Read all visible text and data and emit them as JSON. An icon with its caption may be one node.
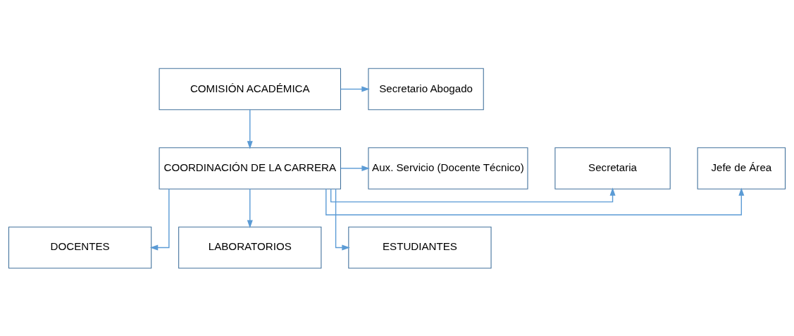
{
  "diagram": {
    "nodes": [
      {
        "text": [
          "COMISIÓN ACADÉMICA"
        ]
      },
      {
        "text": [
          "Secretario Abogado"
        ]
      },
      {
        "text": [
          "Jefe de Área"
        ]
      },
      {
        "text": [
          "COORDINACIÓN DE LA CARRERA"
        ]
      },
      {
        "text": [
          "Secretaria"
        ]
      },
      {
        "text": [
          "Aux. Servicio (Docente Técnico)"
        ]
      },
      {
        "text": [
          "DOCENTES"
        ]
      },
      {
        "text": [
          "LABORATORIOS"
        ]
      },
      {
        "text": [
          "ESTUDIANTES"
        ]
      }
    ],
    "edges": [
      {
        "from": 0,
        "to": 1,
        "arrow": "to"
      },
      {
        "from": 0,
        "to": 3,
        "arrow": "to"
      },
      {
        "from": 3,
        "to": 2,
        "arrow": "to"
      },
      {
        "from": 3,
        "to": 4,
        "arrow": "to"
      },
      {
        "from": 3,
        "to": 5,
        "arrow": "to"
      },
      {
        "from": 3,
        "to": 6,
        "arrow": "to"
      },
      {
        "from": 3,
        "to": 7,
        "arrow": "to"
      },
      {
        "from": 3,
        "to": 8,
        "arrow": "to"
      }
    ]
  }
}
